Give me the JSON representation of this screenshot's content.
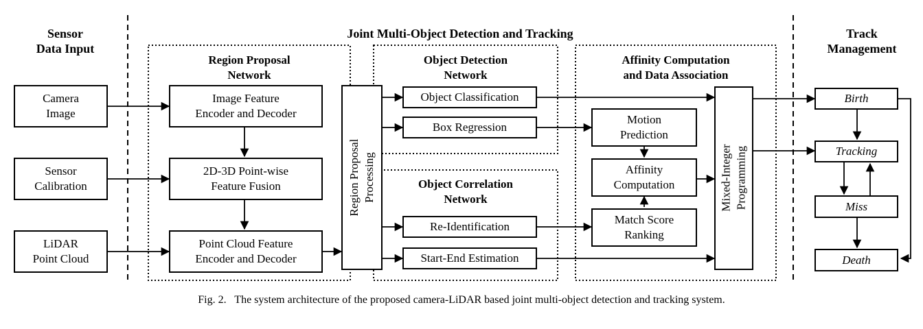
{
  "headings": {
    "sensor_input": "Sensor\nData Input",
    "joint": "Joint Multi-Object Detection and Tracking",
    "track_management": "Track\nManagement"
  },
  "groups": {
    "rpn": "Region Proposal\nNetwork",
    "odn": "Object Detection\nNetwork",
    "ocn": "Object Correlation\nNetwork",
    "affinity": "Affinity Computation\nand Data Association"
  },
  "inputs": {
    "camera": "Camera\nImage",
    "calibration": "Sensor\nCalibration",
    "lidar": "LiDAR\nPoint Cloud"
  },
  "rpn_blocks": {
    "image_feature": "Image Feature\nEncoder and Decoder",
    "fusion": "2D-3D Point-wise\nFeature Fusion",
    "point_cloud": "Point Cloud Feature\nEncoder and Decoder"
  },
  "region_proposal_processing": "Region Proposal\nProcessing",
  "odn_blocks": {
    "classification": "Object Classification",
    "box_regression": "Box Regression"
  },
  "ocn_blocks": {
    "reid": "Re-Identification",
    "start_end": "Start-End Estimation"
  },
  "affinity_blocks": {
    "motion": "Motion\nPrediction",
    "affinity": "Affinity\nComputation",
    "match": "Match Score\nRanking"
  },
  "mip": "Mixed-Integer\nProgramming",
  "track_states": {
    "birth": "Birth",
    "tracking": "Tracking",
    "miss": "Miss",
    "death": "Death"
  },
  "caption": "Fig. 2.   The system architecture of the proposed camera-LiDAR based joint multi-object detection and tracking system."
}
